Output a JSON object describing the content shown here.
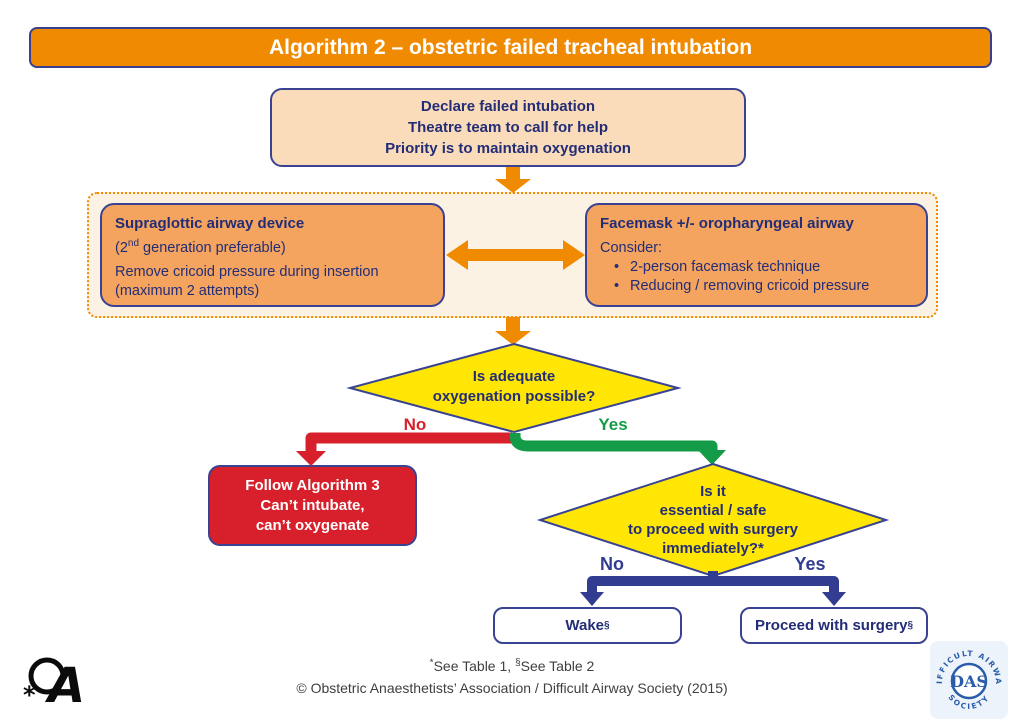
{
  "title": "Algorithm 2 – obstetric failed tracheal intubation",
  "declare": {
    "lines": [
      "Declare failed intubation",
      "Theatre team to call for help",
      "Priority is to maintain oxygenation"
    ]
  },
  "supraglottic": {
    "heading": "Supraglottic airway device",
    "gen_pre": "(2",
    "gen_sup": "nd",
    "gen_post": " generation preferable)",
    "line2": "Remove cricoid pressure during insertion",
    "line3": "(maximum 2 attempts)"
  },
  "facemask": {
    "heading": "Facemask +/- oropharyngeal airway",
    "consider": "Consider:",
    "bullet": "•",
    "bullets": [
      "2-person facemask technique",
      "Reducing / removing cricoid pressure"
    ]
  },
  "diamond1": {
    "line1": "Is adequate",
    "line2": "oxygenation possible?"
  },
  "branch1": {
    "no": "No",
    "yes": "Yes"
  },
  "algorithm3": {
    "lines": [
      "Follow Algorithm 3",
      "Can’t intubate,",
      "can’t oxygenate"
    ]
  },
  "diamond2": {
    "lines": [
      "Is it",
      "essential / safe",
      "to proceed with surgery",
      "immediately?*"
    ]
  },
  "branch2": {
    "no": "No",
    "yes": "Yes"
  },
  "outcomes": {
    "wake": {
      "text": "Wake",
      "sup": "§"
    },
    "proceed": {
      "text": "Proceed with surgery",
      "sup": "§"
    }
  },
  "footnote": {
    "sup1": "*",
    "t1": "See Table 1, ",
    "sup2": "§",
    "t2": "See Table 2"
  },
  "copyright": "© Obstetric Anaesthetists’ Association / Difficult Airway Society (2015)",
  "das_logo": {
    "top": "DIFFICULT AIRWAY",
    "center": "DAS",
    "bottom": "SOCIETY"
  },
  "colors": {
    "title_orange": "#F08A00",
    "device_box_orange": "#F4A45E",
    "declare_peach": "#FBDCBA",
    "container_cream": "#FCF2E3",
    "navy_border": "#3A4393",
    "navy_text": "#232D76",
    "diamond_yellow": "#FFE605",
    "no_red": "#D7202B",
    "yes_green": "#149B47",
    "navy_arrow": "#323C90",
    "das_blue": "#2A5CAA"
  }
}
